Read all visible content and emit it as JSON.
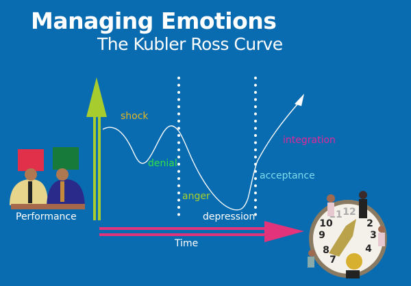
{
  "title": "Managing Emotions",
  "subtitle": "The Kubler Ross Curve",
  "axes": {
    "y_label": "Performance",
    "x_label": "Time"
  },
  "stages": [
    {
      "label": "shock",
      "color": "#e6b821"
    },
    {
      "label": "denial",
      "color": "#2fe04a"
    },
    {
      "label": "anger",
      "color": "#a8d12a"
    },
    {
      "label": "depression",
      "color": "#ffffff"
    },
    {
      "label": "acceptance",
      "color": "#7fdcf0"
    },
    {
      "label": "integration",
      "color": "#e0279a"
    }
  ],
  "colors": {
    "background": "#0a6cb0",
    "performance_arrow": "#a6cc2e",
    "time_arrow": "#e3337a",
    "curve": "#ffffff"
  }
}
